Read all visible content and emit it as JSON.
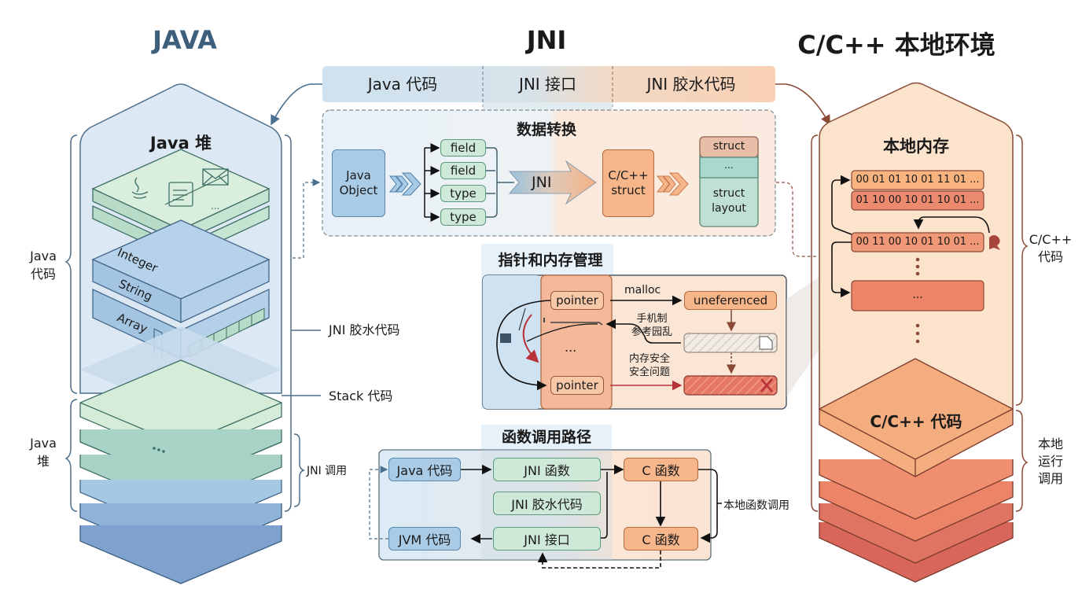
{
  "titles": {
    "java": "JAVA",
    "jni": "JNI",
    "native": "C/C++ 本地环境"
  },
  "colors": {
    "java_title": "#3d5f7c",
    "java_blue": "#a9cbe6",
    "jni_green": "#cfe9d9",
    "native_orange": "#f6b68a",
    "native_red": "#e9806a",
    "border_brown": "#8a4a36"
  },
  "header_band": {
    "segments": [
      "Java 代码",
      "JNI 接口",
      "JNI 胶水代码"
    ]
  },
  "java_side": {
    "heap_title": "Java 堆",
    "layers": [
      "Integer",
      "String",
      "Array"
    ],
    "icons": [
      "java-cup-icon",
      "document-icon",
      "envelope-icon"
    ],
    "ellipsis": "...",
    "brace_labels": {
      "java_code": "Java\n代码",
      "java_heap": "Java\n堆"
    },
    "callouts": [
      "JNI 胶水代码",
      "Stack 代码",
      "JNI 调用"
    ]
  },
  "data_conversion": {
    "title": "数据转换",
    "java_object": "Java\nObject",
    "fields": [
      "field",
      "field",
      "type",
      "type"
    ],
    "jni_arrow": "JNI",
    "c_struct": "C/C++\nstruct",
    "struct_stack": [
      "struct",
      "...",
      "struct\nlayout"
    ]
  },
  "pointer_mgmt": {
    "title": "指针和内存管理",
    "pointers": [
      "pointer",
      "pointer"
    ],
    "ellipsis": "...",
    "malloc": "malloc",
    "unreferenced": "uneferenced",
    "manual_label": "手机制\n参考园乱",
    "safety_label": "内存安全\n安全问题"
  },
  "call_path": {
    "title": "函数调用路径",
    "java_code": "Java 代码",
    "jvm_code": "JVM 代码",
    "jni_function": "JNI 函数",
    "jni_glue": "JNI 胶水代码",
    "jni_interface": "JNI 接口",
    "c_function_1": "C 函数",
    "c_function_2": "C 函数",
    "native_call_label": "本地函数调用"
  },
  "native_side": {
    "memory_title": "本地内存",
    "memory_rows": [
      "00 01 01 10 01 11 01 ...",
      "01 10 00 10 01 10 01 ...",
      "00 11 00 10 01 10 01 ...",
      "..."
    ],
    "code_layer": "C/C++ 代码",
    "brace_labels": {
      "cpp_code": "C/C++\n代码",
      "native_runtime": "本地\n运行\n调用"
    }
  }
}
